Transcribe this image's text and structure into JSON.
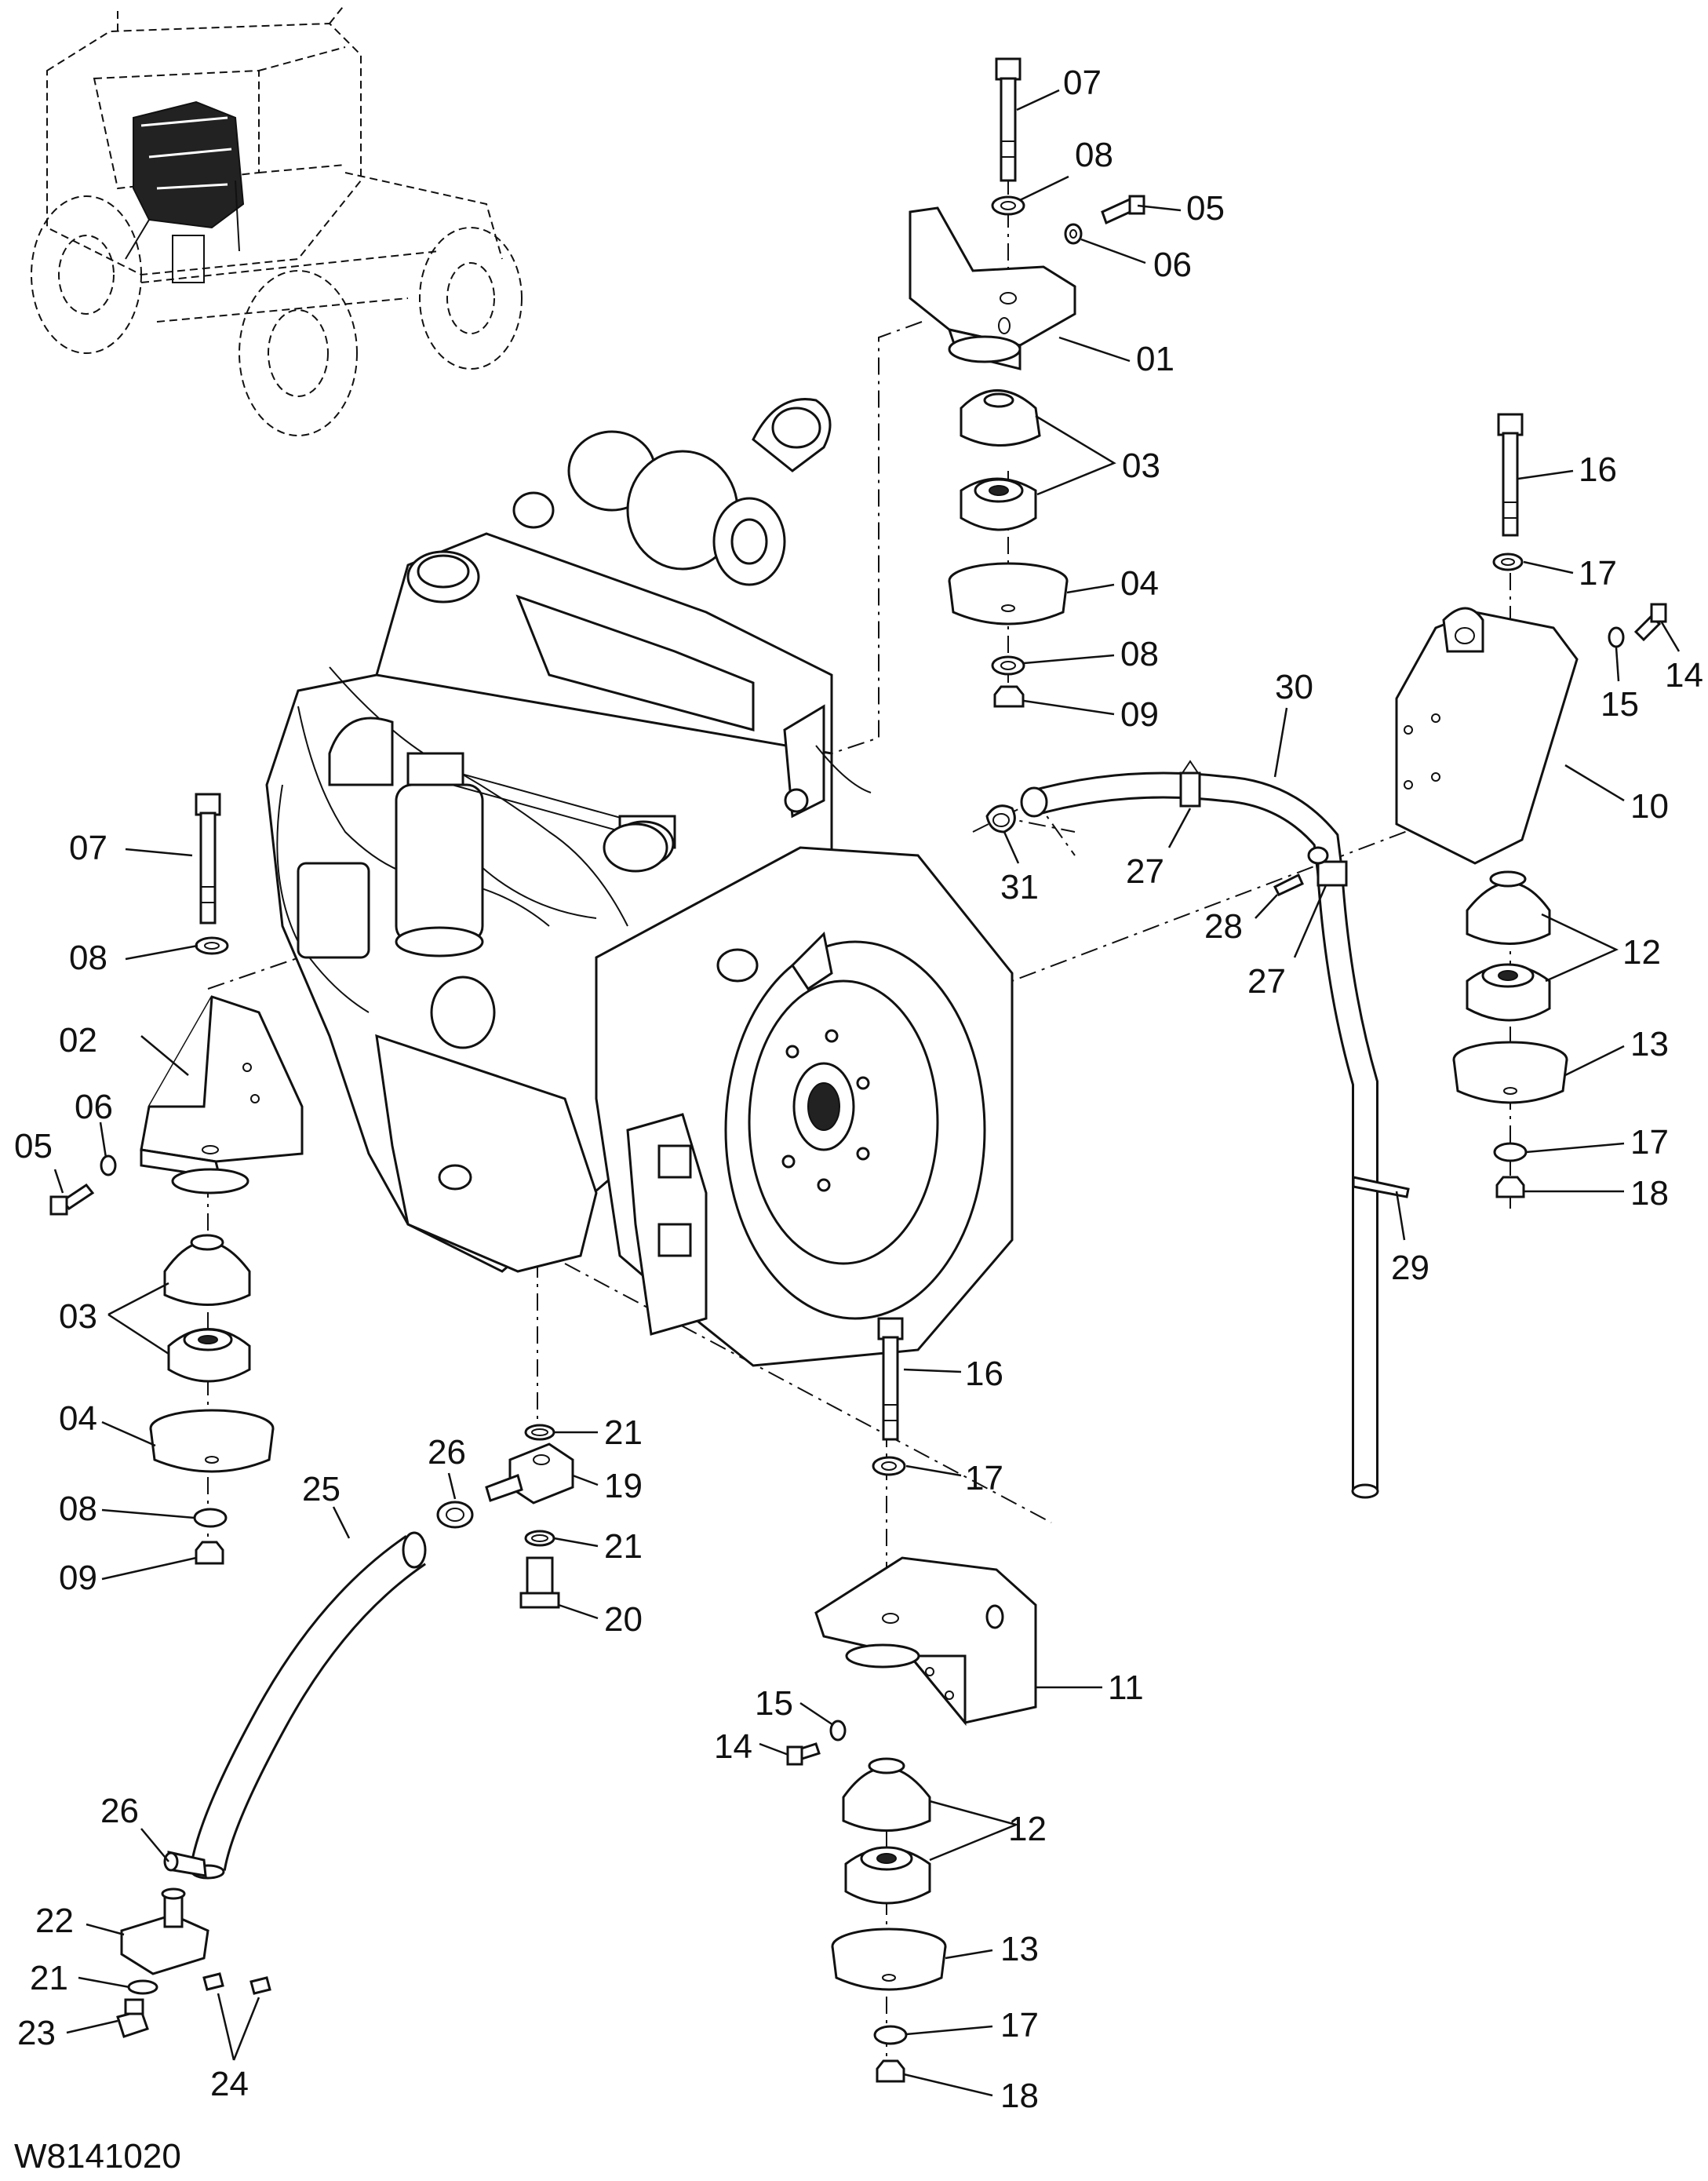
{
  "diagram_code": "W8141020",
  "callouts": [
    {
      "id": "c01a",
      "text": "07"
    },
    {
      "id": "c02a",
      "text": "08"
    },
    {
      "id": "c03a",
      "text": "05"
    },
    {
      "id": "c04a",
      "text": "06"
    },
    {
      "id": "c05a",
      "text": "01"
    },
    {
      "id": "c06a",
      "text": "03"
    },
    {
      "id": "c07a",
      "text": "04"
    },
    {
      "id": "c08a",
      "text": "08"
    },
    {
      "id": "c09a",
      "text": "09"
    },
    {
      "id": "c10a",
      "text": "16"
    },
    {
      "id": "c11a",
      "text": "17"
    },
    {
      "id": "c12a",
      "text": "14"
    },
    {
      "id": "c13a",
      "text": "15"
    },
    {
      "id": "c14a",
      "text": "10"
    },
    {
      "id": "c15a",
      "text": "30"
    },
    {
      "id": "c16a",
      "text": "27"
    },
    {
      "id": "c17a",
      "text": "31"
    },
    {
      "id": "c18a",
      "text": "28"
    },
    {
      "id": "c19a",
      "text": "27"
    },
    {
      "id": "c20a",
      "text": "12"
    },
    {
      "id": "c21a",
      "text": "13"
    },
    {
      "id": "c22a",
      "text": "17"
    },
    {
      "id": "c23a",
      "text": "18"
    },
    {
      "id": "c24a",
      "text": "29"
    },
    {
      "id": "c25a",
      "text": "07"
    },
    {
      "id": "c26a",
      "text": "08"
    },
    {
      "id": "c27a",
      "text": "02"
    },
    {
      "id": "c28a",
      "text": "05"
    },
    {
      "id": "c29a",
      "text": "06"
    },
    {
      "id": "c30a",
      "text": "03"
    },
    {
      "id": "c31a",
      "text": "04"
    },
    {
      "id": "c32a",
      "text": "08"
    },
    {
      "id": "c33a",
      "text": "09"
    },
    {
      "id": "c34a",
      "text": "16"
    },
    {
      "id": "c35a",
      "text": "17"
    },
    {
      "id": "c36a",
      "text": "21"
    },
    {
      "id": "c37a",
      "text": "26"
    },
    {
      "id": "c38a",
      "text": "19"
    },
    {
      "id": "c39a",
      "text": "25"
    },
    {
      "id": "c40a",
      "text": "21"
    },
    {
      "id": "c41a",
      "text": "20"
    },
    {
      "id": "c42a",
      "text": "11"
    },
    {
      "id": "c43a",
      "text": "15"
    },
    {
      "id": "c44a",
      "text": "14"
    },
    {
      "id": "c45a",
      "text": "12"
    },
    {
      "id": "c46a",
      "text": "13"
    },
    {
      "id": "c47a",
      "text": "17"
    },
    {
      "id": "c48a",
      "text": "18"
    },
    {
      "id": "c49a",
      "text": "26"
    },
    {
      "id": "c50a",
      "text": "22"
    },
    {
      "id": "c51a",
      "text": "21"
    },
    {
      "id": "c52a",
      "text": "23"
    },
    {
      "id": "c53a",
      "text": "24"
    }
  ]
}
